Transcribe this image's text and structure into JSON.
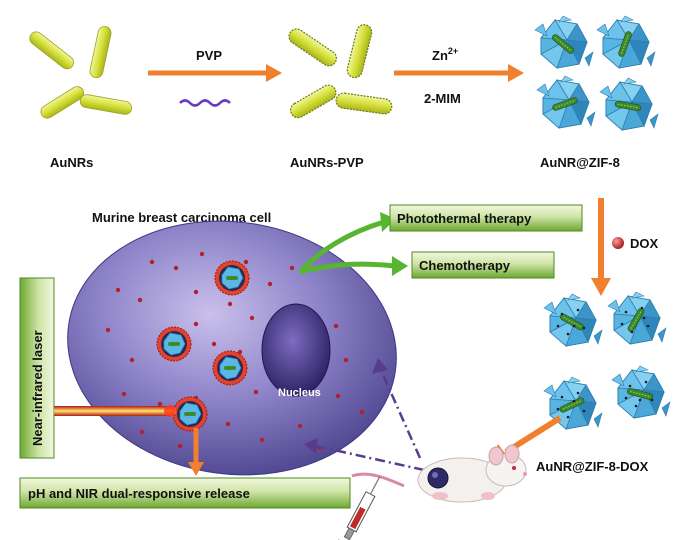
{
  "labels": {
    "aunrs": "AuNRs",
    "aunrs_pvp": "AuNRs-PVP",
    "aunr_zif8": "AuNR@ZIF-8",
    "aunr_zif8_dox": "AuNR@ZIF-8-DOX",
    "pvp": "PVP",
    "zn": "Zn",
    "zn_charge": "2+",
    "mim": "2-MIM",
    "dox": "DOX",
    "cell_title": "Murine breast carcinoma cell",
    "nucleus": "Nucleus",
    "laser": "Near-infrared laser",
    "photothermal": "Photothermal therapy",
    "chemotherapy": "Chemotherapy",
    "release": "pH and NIR dual-responsive release"
  },
  "colors": {
    "arrow_orange": "#f07f2e",
    "box_green_top": "#e7f2cf",
    "box_green_bottom": "#79b43a",
    "rod_yellow": "#d8e43a",
    "zif_blue": "#4aa8d8",
    "cell_purple": "#7a70b8",
    "dox_red": "#c23030",
    "therapy_green": "#58b530"
  }
}
